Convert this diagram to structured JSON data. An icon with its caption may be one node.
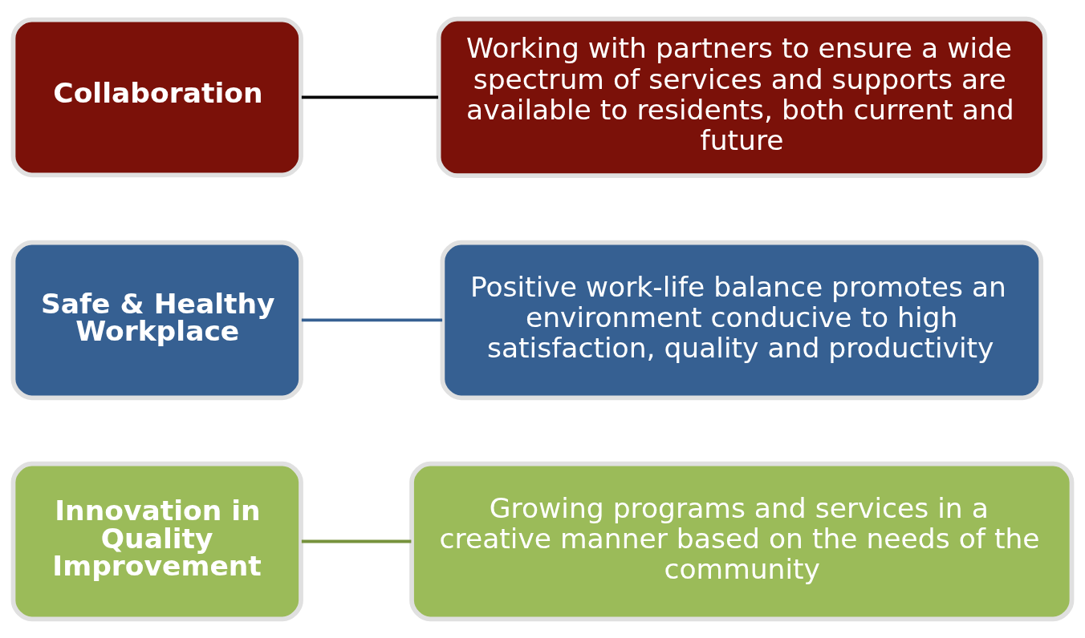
{
  "diagram": {
    "nodes": [
      {
        "text": [
          "Innovation in Quality Improvement"
        ]
      },
      {
        "text": [
          "Growing programs and services in a creative manner based on the needs of the community"
        ]
      },
      {
        "text": [
          "Safe & Healthy Workplace"
        ]
      },
      {
        "text": [
          "Positive work-life balance promotes an environment conducive to high satisfaction, quality and productivity"
        ]
      },
      {
        "text": [
          "Collaboration"
        ]
      },
      {
        "text": [
          "Working with partners to ensure a wide spectrum of services and supports are available to residents, both current and future"
        ]
      }
    ],
    "edges": [
      {
        "from": 0,
        "to": 1,
        "arrow": "none",
        "color": "#76923c"
      },
      {
        "from": 2,
        "to": 3,
        "arrow": "none",
        "color": "#366092"
      },
      {
        "from": 4,
        "to": 5,
        "arrow": "none",
        "color": "#000000"
      }
    ]
  }
}
